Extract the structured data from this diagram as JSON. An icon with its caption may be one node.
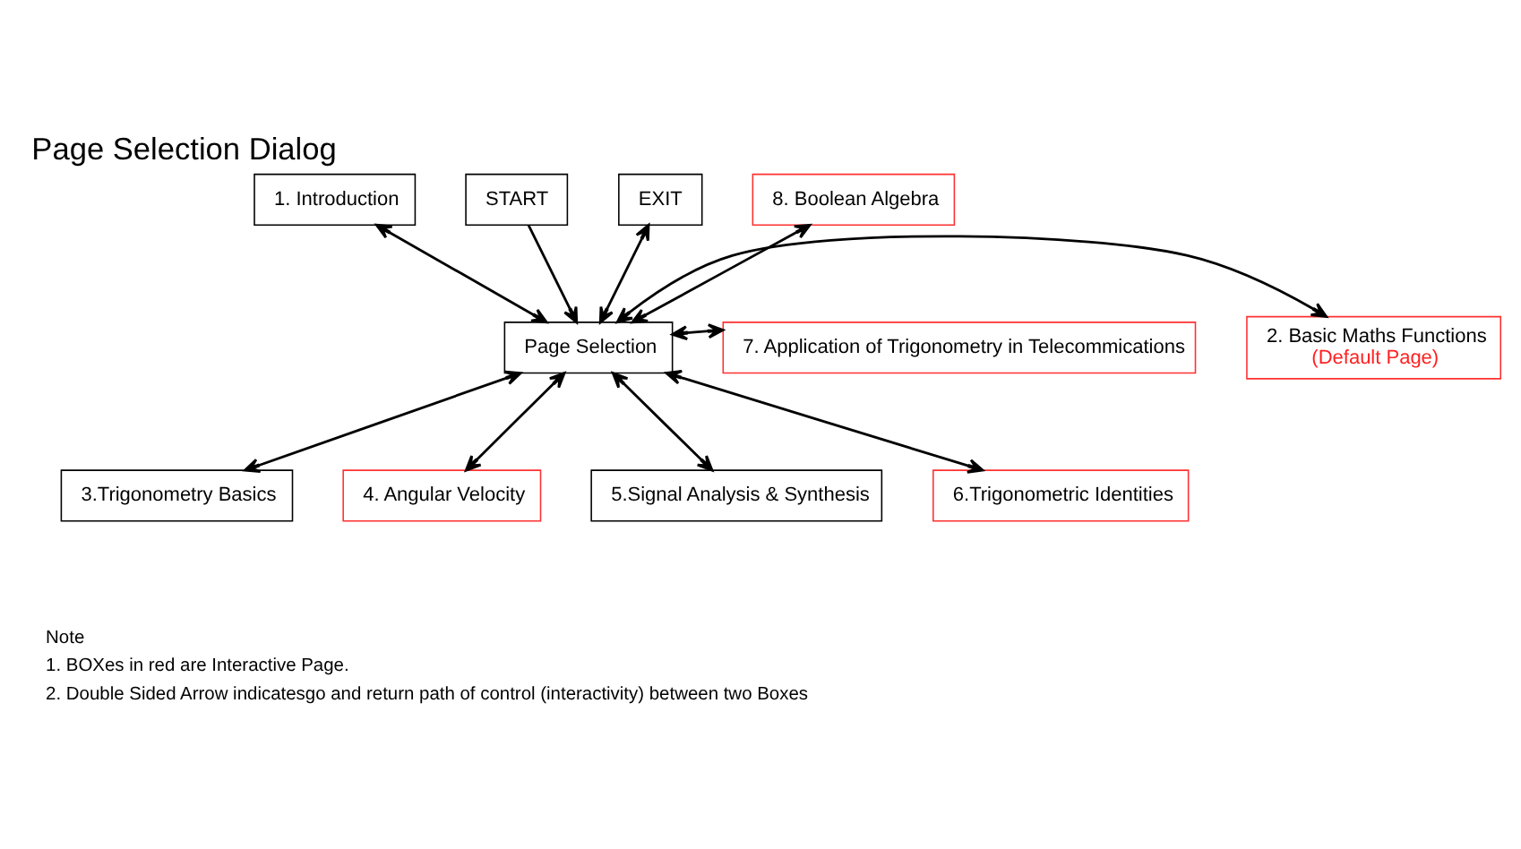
{
  "diagram": {
    "title": "Page Selection Dialog",
    "nodes": [
      {
        "text": [
          "START"
        ]
      },
      {
        "text": [
          "EXIT"
        ]
      },
      {
        "text": [
          "Page Selection"
        ]
      },
      {
        "text": [
          "1. Introduction"
        ]
      },
      {
        "text": [
          "2. Basic Maths Functions",
          "(Default Page)"
        ]
      },
      {
        "text": [
          "3.Trigonometry Basics"
        ]
      },
      {
        "text": [
          "4. Angular Velocity"
        ]
      },
      {
        "text": [
          "5.Signal Analysis & Synthesis"
        ]
      },
      {
        "text": [
          "6.Trigonometric Identities"
        ]
      },
      {
        "text": [
          "7. Application of Trigonometry in Telecommications"
        ]
      },
      {
        "text": [
          "8. Boolean Algebra"
        ]
      }
    ],
    "edges": [
      {
        "from": 0,
        "to": 2,
        "arrow": "to"
      },
      {
        "from": 2,
        "to": 1,
        "arrow": "both"
      },
      {
        "from": 2,
        "to": 3,
        "arrow": "both"
      },
      {
        "from": 2,
        "to": 4,
        "arrow": "both"
      },
      {
        "from": 2,
        "to": 5,
        "arrow": "both"
      },
      {
        "from": 2,
        "to": 6,
        "arrow": "both"
      },
      {
        "from": 2,
        "to": 7,
        "arrow": "both"
      },
      {
        "from": 2,
        "to": 8,
        "arrow": "both"
      },
      {
        "from": 2,
        "to": 9,
        "arrow": "both"
      },
      {
        "from": 2,
        "to": 10,
        "arrow": "both"
      }
    ],
    "labels": [
      "Note",
      "1. BOXes in red are Interactive Page.",
      "2. Double Sided Arrow indicatesgo and return path of control (interactivity) between two Boxes"
    ]
  }
}
